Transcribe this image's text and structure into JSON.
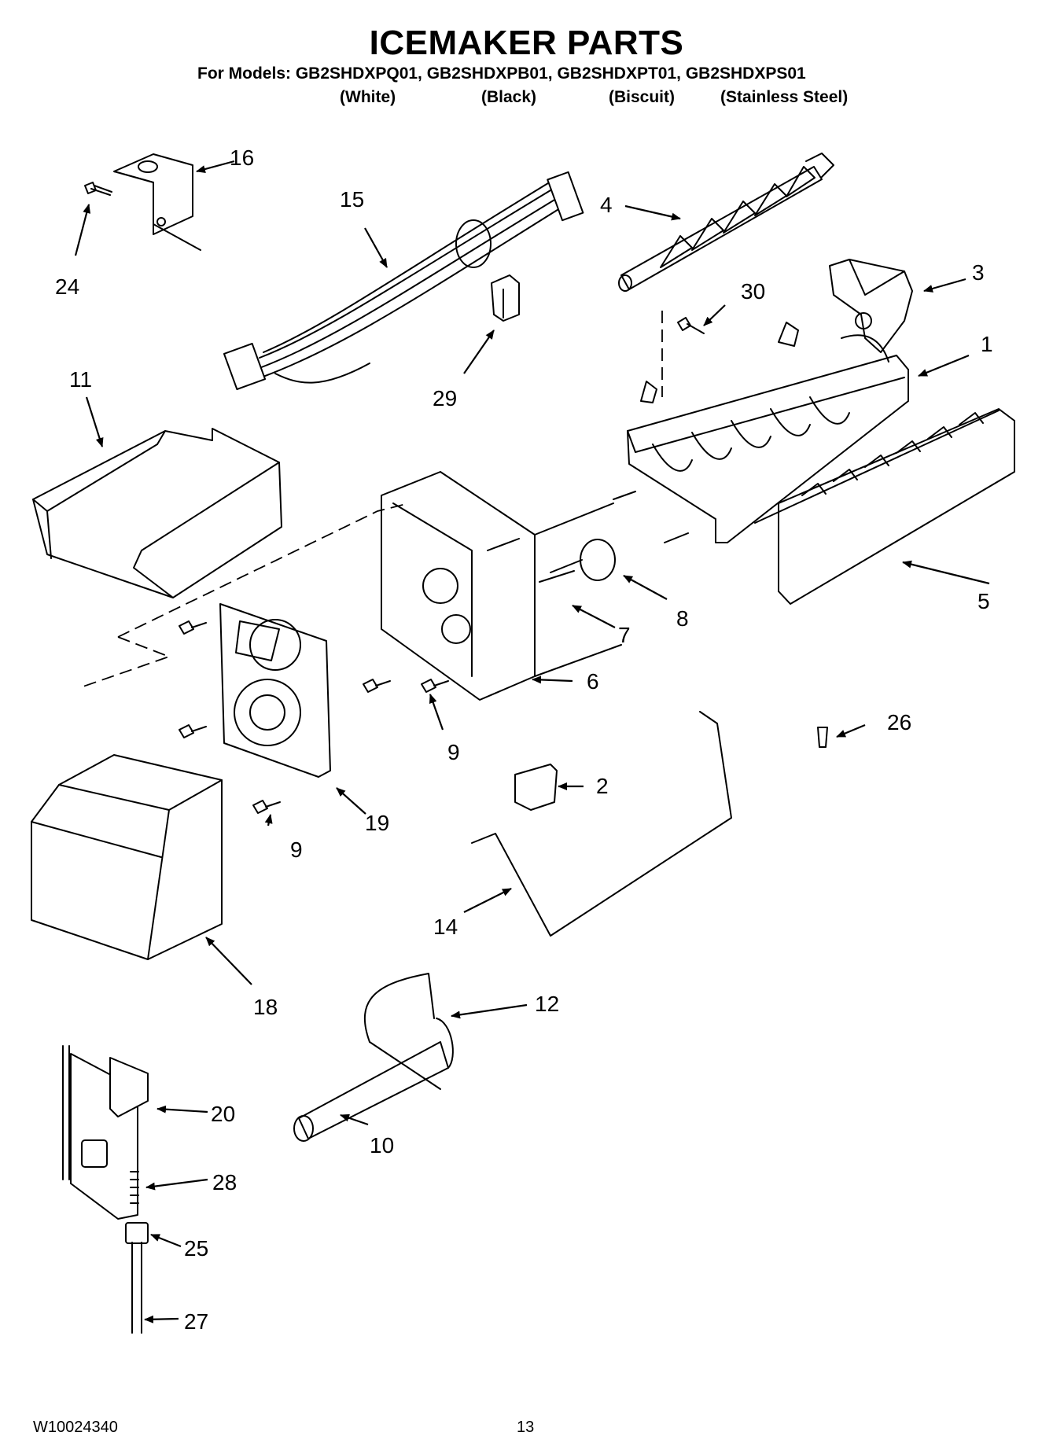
{
  "header": {
    "title": "ICEMAKER PARTS",
    "models_line": "For Models: GB2SHDXPQ01, GB2SHDXPB01, GB2SHDXPT01, GB2SHDXPS01",
    "variants": [
      "(White)",
      "(Black)",
      "(Biscuit)",
      "(Stainless Steel)"
    ]
  },
  "footer": {
    "document_id": "W10024340",
    "page_number": "13"
  },
  "callouts": [
    "16",
    "24",
    "15",
    "4",
    "3",
    "30",
    "1",
    "29",
    "11",
    "5",
    "8",
    "7",
    "6",
    "9",
    "26",
    "2",
    "19",
    "9",
    "14",
    "18",
    "12",
    "20",
    "10",
    "28",
    "25",
    "27"
  ]
}
